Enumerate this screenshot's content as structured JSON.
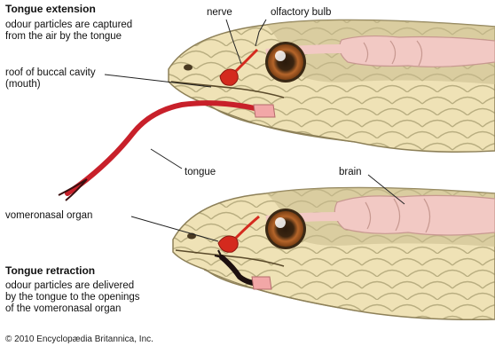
{
  "panels": {
    "extension": {
      "title": "Tongue extension",
      "caption": "odour particles are captured\nfrom the air by the tongue"
    },
    "retraction": {
      "title": "Tongue retraction",
      "caption": "odour particles are delivered\nby the tongue to the openings\nof the vomeronasal organ"
    }
  },
  "labels": {
    "nerve": "nerve",
    "olfactory_bulb": "olfactory bulb",
    "roof": "roof of buccal cavity\n(mouth)",
    "tongue": "tongue",
    "brain": "brain",
    "vomeronasal": "vomeronasal organ"
  },
  "credit": "© 2010 Encyclopædia Britannica, Inc.",
  "colors": {
    "scale_light": "#f1e5bd",
    "scale_dark": "#a99f73",
    "brain_pink": "#f2c9c4",
    "tongue_red": "#c8202a",
    "organ_red": "#d42a1e",
    "eye_iris": "#c5702a"
  }
}
